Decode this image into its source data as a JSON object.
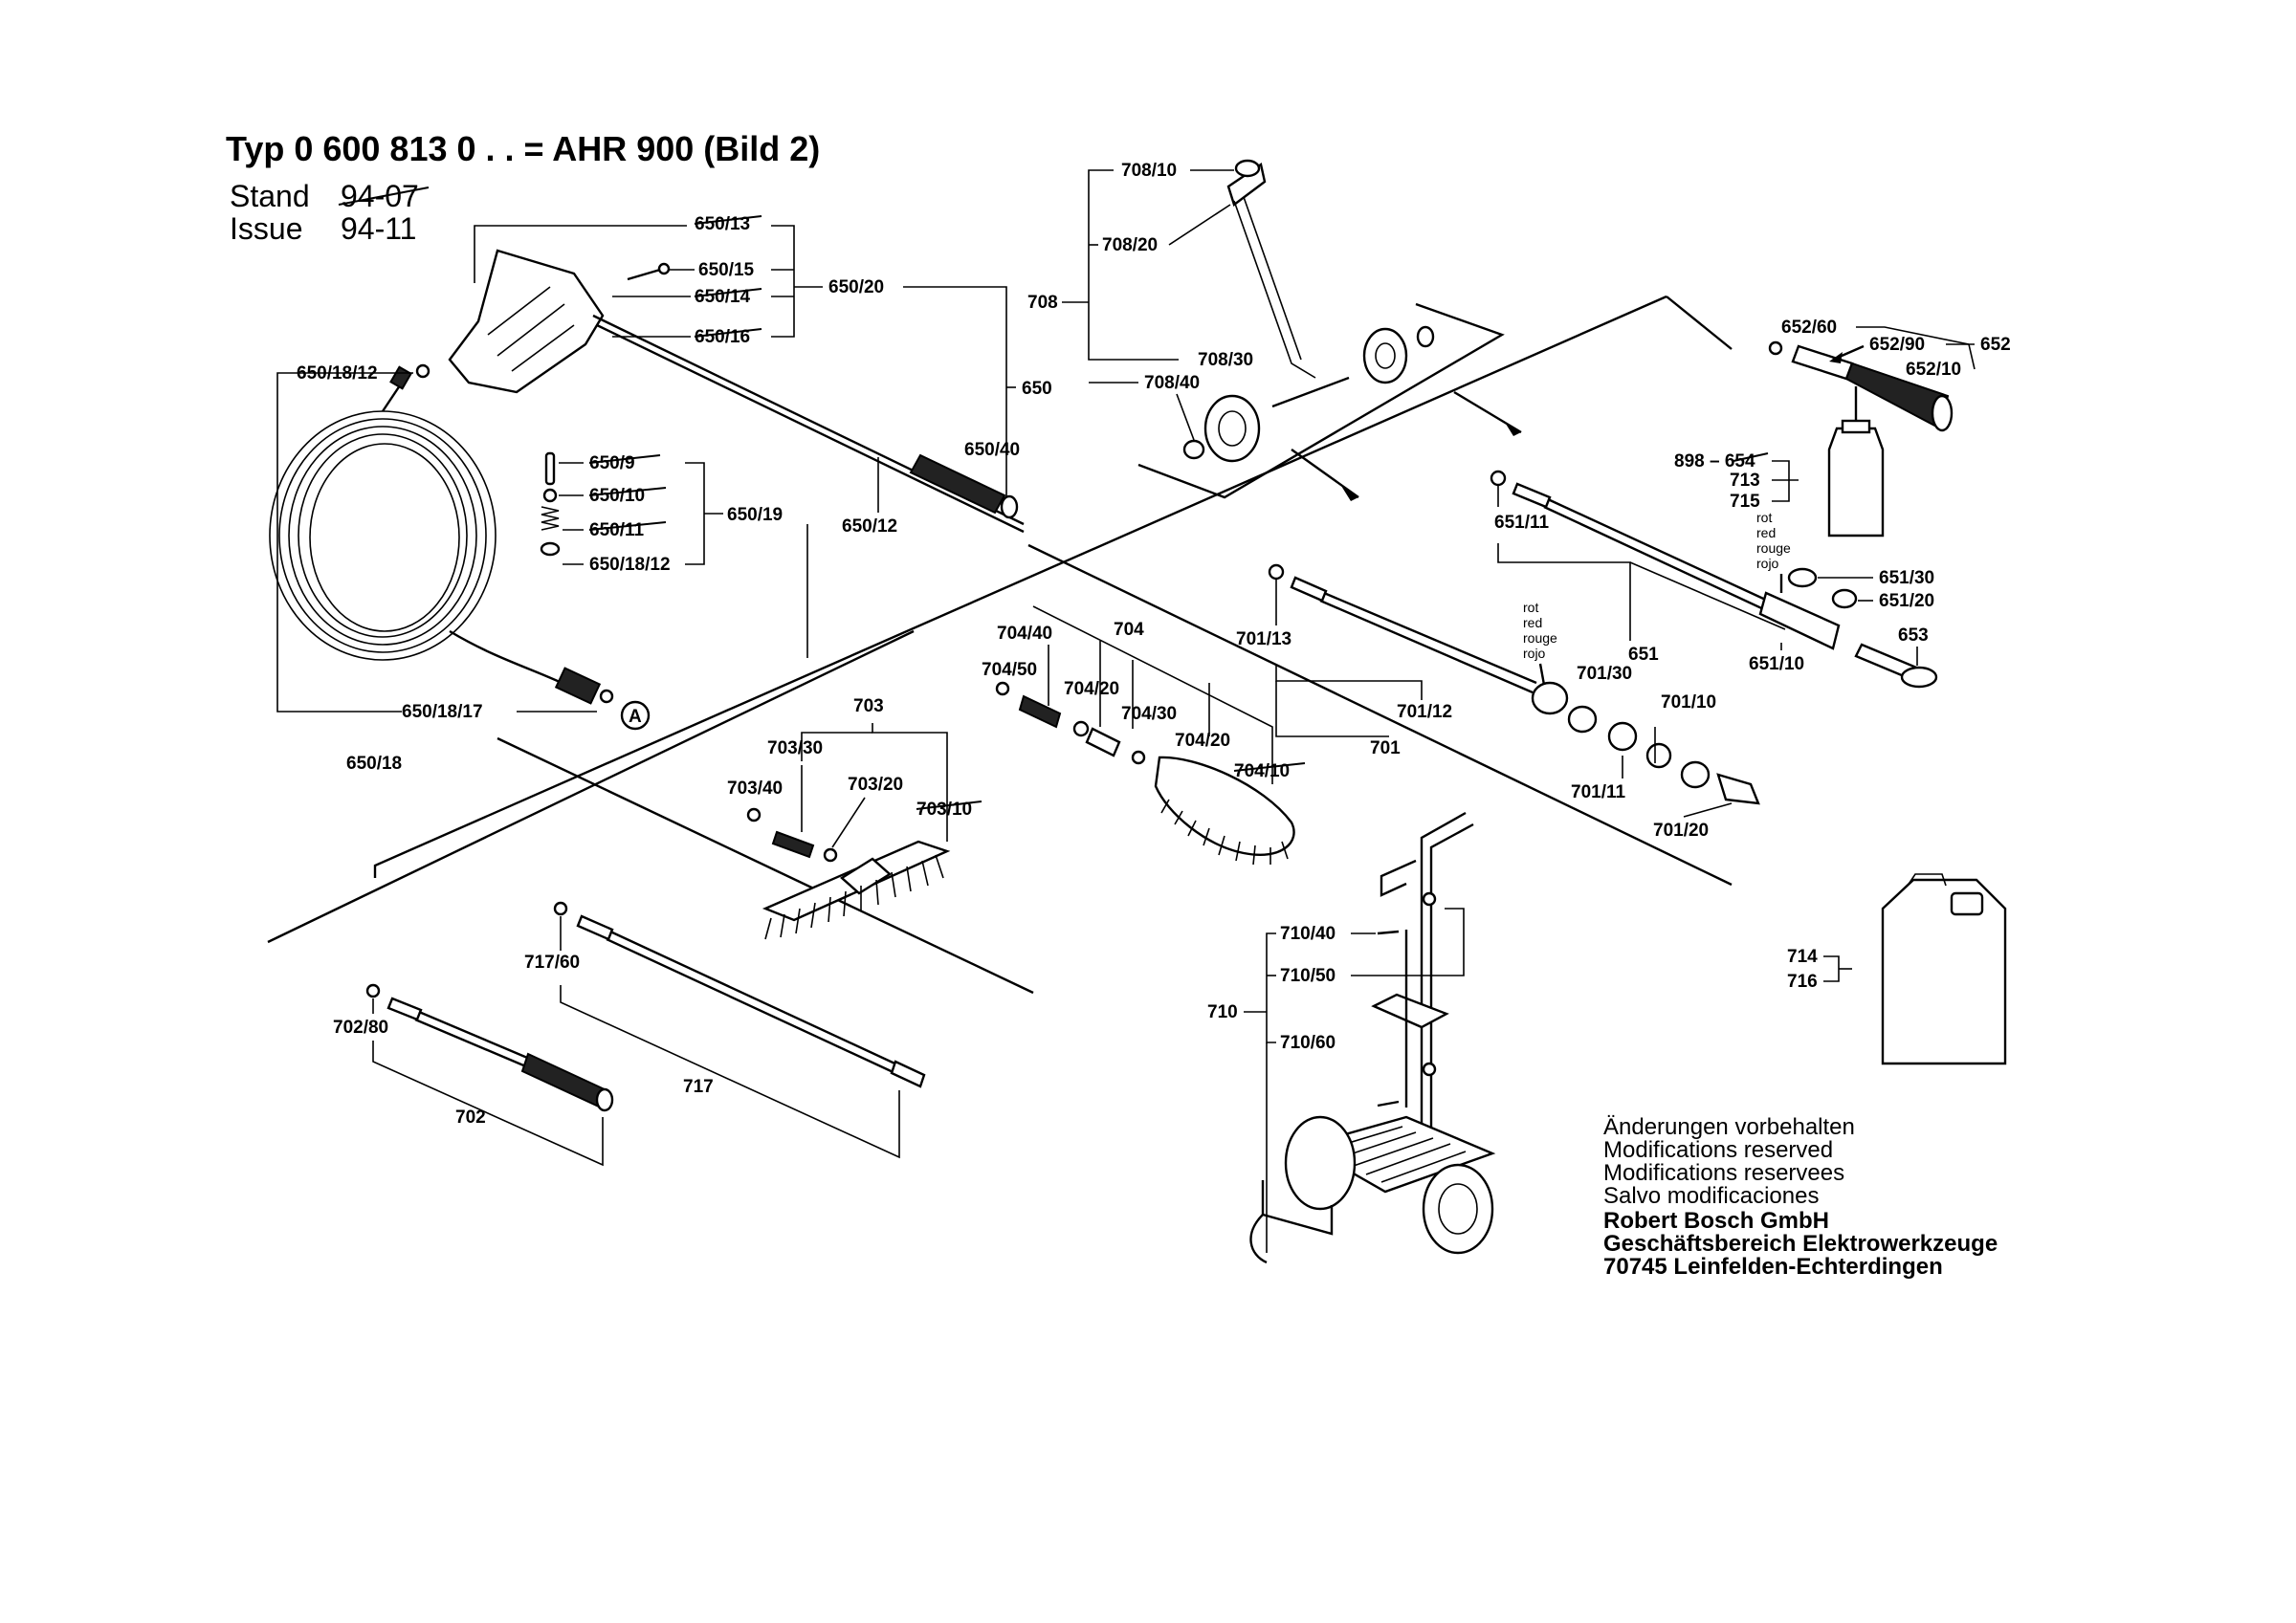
{
  "header": {
    "title": "Typ  0 600 813 0 . . = AHR 900 (Bild 2)",
    "stand_label": "Stand",
    "stand_value": "94-07",
    "issue_label": "Issue",
    "issue_value": "94-11"
  },
  "labels": {
    "p650_13": "650/13",
    "p650_15": "650/15",
    "p650_14": "650/14",
    "p650_16": "650/16",
    "p650_20": "650/20",
    "p650": "650",
    "p650_40": "650/40",
    "p650_12": "650/12",
    "p650_19": "650/19",
    "p650_9": "650/9",
    "p650_10": "650/10",
    "p650_11": "650/11",
    "p650_18_12a": "650/18/12",
    "p650_18_12b": "650/18/12",
    "p650_18_17": "650/18/17",
    "p650_18": "650/18",
    "circle_a": "A",
    "p708_10": "708/10",
    "p708_20": "708/20",
    "p708": "708",
    "p708_30": "708/30",
    "p708_40": "708/40",
    "p652_60": "652/60",
    "p652_90": "652/90",
    "p652": "652",
    "p652_10": "652/10",
    "p898_654": "898 – 654",
    "p713": "713",
    "p715": "715",
    "p651_11": "651/11",
    "p651_30": "651/30",
    "p651_20": "651/20",
    "p651": "651",
    "p651_10": "651/10",
    "p653": "653",
    "p704_40": "704/40",
    "p704": "704",
    "p704_50": "704/50",
    "p704_20a": "704/20",
    "p704_30": "704/30",
    "p704_20b": "704/20",
    "p704_10": "704/10",
    "p701_13": "701/13",
    "p701_30": "701/30",
    "p701_12": "701/12",
    "p701": "701",
    "p701_10": "701/10",
    "p701_11": "701/11",
    "p701_20": "701/20",
    "p703": "703",
    "p703_30": "703/30",
    "p703_40": "703/40",
    "p703_20": "703/20",
    "p703_10": "703/10",
    "p717_60": "717/60",
    "p717": "717",
    "p702_80": "702/80",
    "p702": "702",
    "p710_40": "710/40",
    "p710_50": "710/50",
    "p710": "710",
    "p710_60": "710/60",
    "p714": "714",
    "p716": "716"
  },
  "color_marks": {
    "red_upper": [
      "rot",
      "red",
      "rouge",
      "rojo"
    ],
    "red_lower": [
      "rot",
      "red",
      "rouge",
      "rojo"
    ]
  },
  "notes": {
    "line1": "Änderungen vorbehalten",
    "line2": "Modifications reserved",
    "line3": "Modifications reservees",
    "line4": "Salvo modificaciones",
    "company": "Robert Bosch GmbH",
    "division": "Geschäftsbereich Elektrowerkzeuge",
    "address": "70745 Leinfelden-Echterdingen"
  }
}
